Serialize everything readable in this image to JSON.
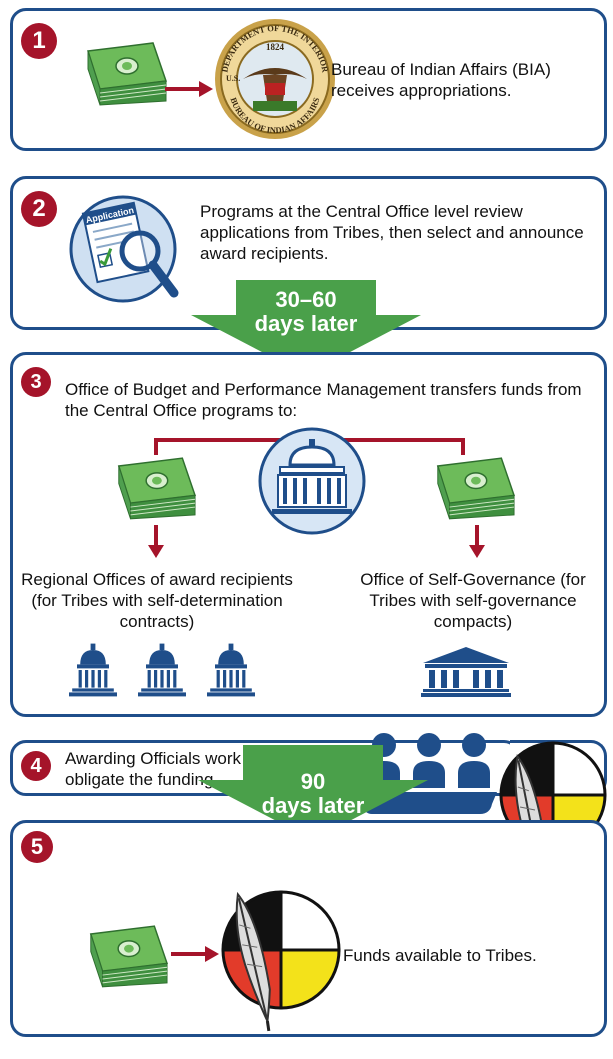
{
  "steps": [
    {
      "number": "1",
      "text": "Bureau of Indian Affairs (BIA) receives appropriations."
    },
    {
      "number": "2",
      "text": "Programs at the Central Office level review applications from Tribes, then select and announce award recipients."
    },
    {
      "number": "3",
      "text": "Office of Budget and Performance Management transfers funds from the Central Office programs to:"
    },
    {
      "number": "4",
      "text": "Awarding Officials work with Tribes to obligate the funding."
    },
    {
      "number": "5",
      "text": "Funds available to Tribes."
    }
  ],
  "seal": {
    "top_text": "DEPARTMENT OF THE INTERIOR",
    "year": "1824",
    "bottom_text": "BUREAU OF INDIAN AFFAIRS",
    "left_text": "U.S."
  },
  "application_label": "Application",
  "branches": {
    "left": "Regional Offices of award recipients (for Tribes with self-determination contracts)",
    "right": "Office of Self-Governance (for Tribes with self-governance compacts)"
  },
  "arrows": [
    {
      "line1": "30–60",
      "line2": "days later"
    },
    {
      "line1": "90",
      "line2": "days later"
    }
  ],
  "colors": {
    "navy": "#1f4e8a",
    "red": "#a5142a",
    "green": "#4aa04a",
    "money": "#3f8f3f"
  },
  "icons": [
    "money-stack-icon",
    "bia-seal-icon",
    "application-magnifier-icon",
    "capitol-building-icon",
    "government-building-icon",
    "people-group-icon",
    "medicine-wheel-feather-icon"
  ]
}
